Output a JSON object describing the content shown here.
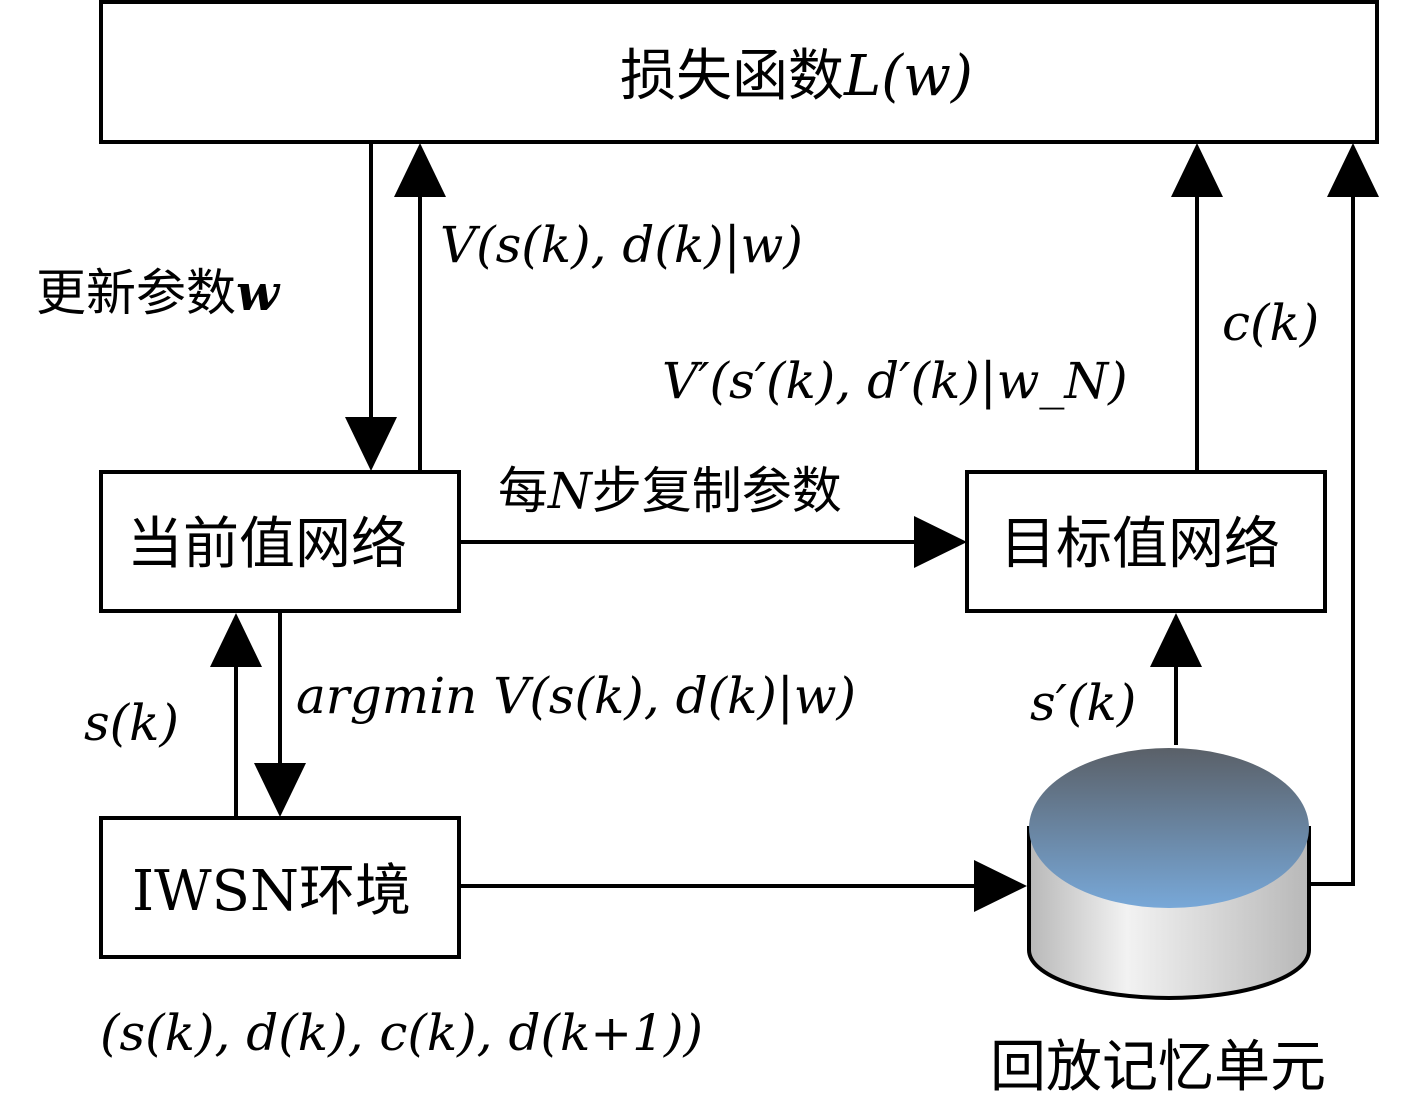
{
  "nodes": {
    "loss": {
      "text": "损失函数",
      "math": "L(w)"
    },
    "current": {
      "text": "当前值网络"
    },
    "target": {
      "text": "目标值网络"
    },
    "env": {
      "text": "IWSN环境"
    },
    "replay": {
      "text": "回放记忆单元"
    }
  },
  "edges": {
    "update_params": {
      "text": "更新参数",
      "math": "w"
    },
    "v_current": {
      "math": "V(s(k), d(k)|w)"
    },
    "v_target": {
      "math": "V′(s′(k), d′(k)|w_N)"
    },
    "cost": {
      "math": "c(k)"
    },
    "copy_params": {
      "pre": "每",
      "math": "N",
      "post": "步复制参数"
    },
    "argmin": {
      "math": "argmin V(s(k), d(k)|w)"
    },
    "state": {
      "math": "s(k)"
    },
    "next_state": {
      "math": "s′(k)"
    },
    "transition": {
      "math": "(s(k), d(k), c(k), d(k+1))"
    }
  },
  "colors": {
    "cylinder_top_dark": "#5a6068",
    "cylinder_top_light": "#78a8d8",
    "cylinder_body_light": "#f2f2f2",
    "cylinder_body_dark": "#b8b8b8"
  }
}
